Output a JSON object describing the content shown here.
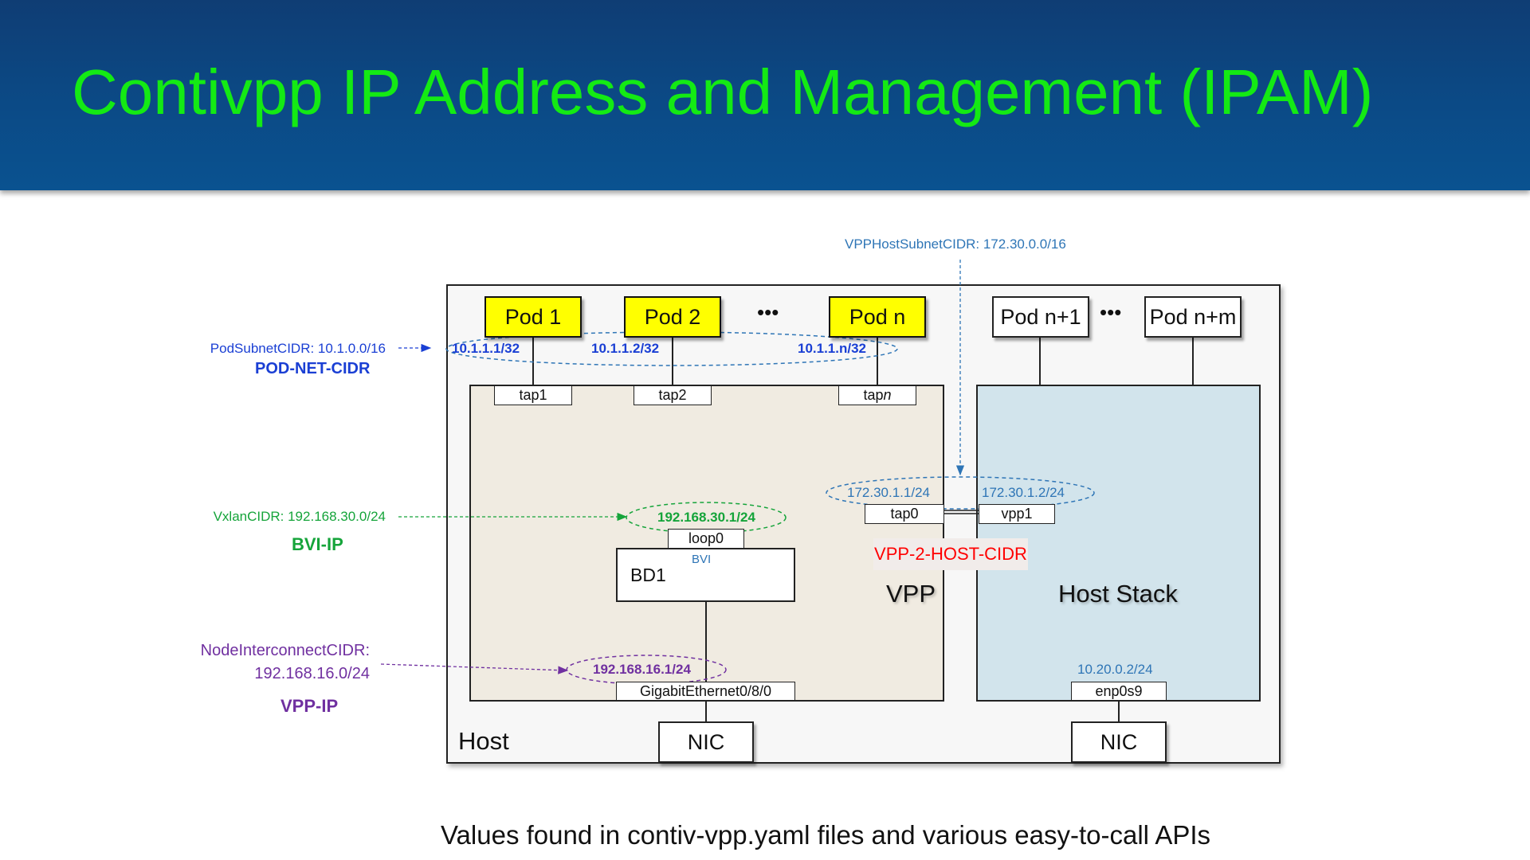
{
  "slide": {
    "title": "Contivpp IP Address and Management (IPAM)",
    "footer": "Values found in contiv-vpp.yaml files and various easy-to-call APIs"
  },
  "colors": {
    "title": "#14ea14",
    "header_bg": "#0b4a86",
    "pod_net": "#1a3fd4",
    "bvi": "#15a43a",
    "vpp_ip": "#7030a0",
    "host_subnet": "#2e75b6",
    "vpp_to_host": "#ff0000",
    "pod_fill": "#ffff00",
    "vpp_fill": "#f0ebe1",
    "hoststack_fill": "#d2e4ec"
  },
  "left_labels": {
    "pod_subnet": "PodSubnetCIDR: 10.1.0.0/16",
    "pod_net_cidr": "POD-NET-CIDR",
    "vxlan": "VxlanCIDR: 192.168.30.0/24",
    "bvi_ip": "BVI-IP",
    "node_interconnect": "NodeInterconnectCIDR:",
    "node_interconnect_value": "192.168.16.0/24",
    "vpp_ip": "VPP-IP"
  },
  "top_label": {
    "vpp_host_subnet": "VPPHostSubnetCIDR: 172.30.0.0/16"
  },
  "pods": {
    "pod1": "Pod 1",
    "pod2": "Pod 2",
    "podn": "Pod n",
    "podn1": "Pod n+1",
    "podnm": "Pod n+m",
    "ellipsis": "•••"
  },
  "pod_ips": {
    "ip1": "10.1.1.1/32",
    "ip2": "10.1.1.2/32",
    "ipn": "10.1.1.n/32"
  },
  "interfaces": {
    "tap1": "tap1",
    "tap2": "tap2",
    "tapn_prefix": "tap",
    "tapn_suffix": "n",
    "tap0": "tap0",
    "vpp1": "vpp1",
    "loop0": "loop0",
    "gige": "GigabitEthernet0/8/0",
    "enp0s9": "enp0s9"
  },
  "ips": {
    "tap0_ip": "172.30.1.1/24",
    "vpp1_ip": "172.30.1.2/24",
    "loop0_ip": "192.168.30.1/24",
    "gige_ip": "192.168.16.1/24",
    "enp0s9_ip": "10.20.0.2/24"
  },
  "blocks": {
    "bd1": "BD1",
    "bvi": "BVI",
    "vpp": "VPP",
    "host_stack": "Host Stack",
    "vpp_2_host": "VPP-2-HOST-CIDR",
    "host": "Host",
    "nic_left": "NIC",
    "nic_right": "NIC"
  }
}
